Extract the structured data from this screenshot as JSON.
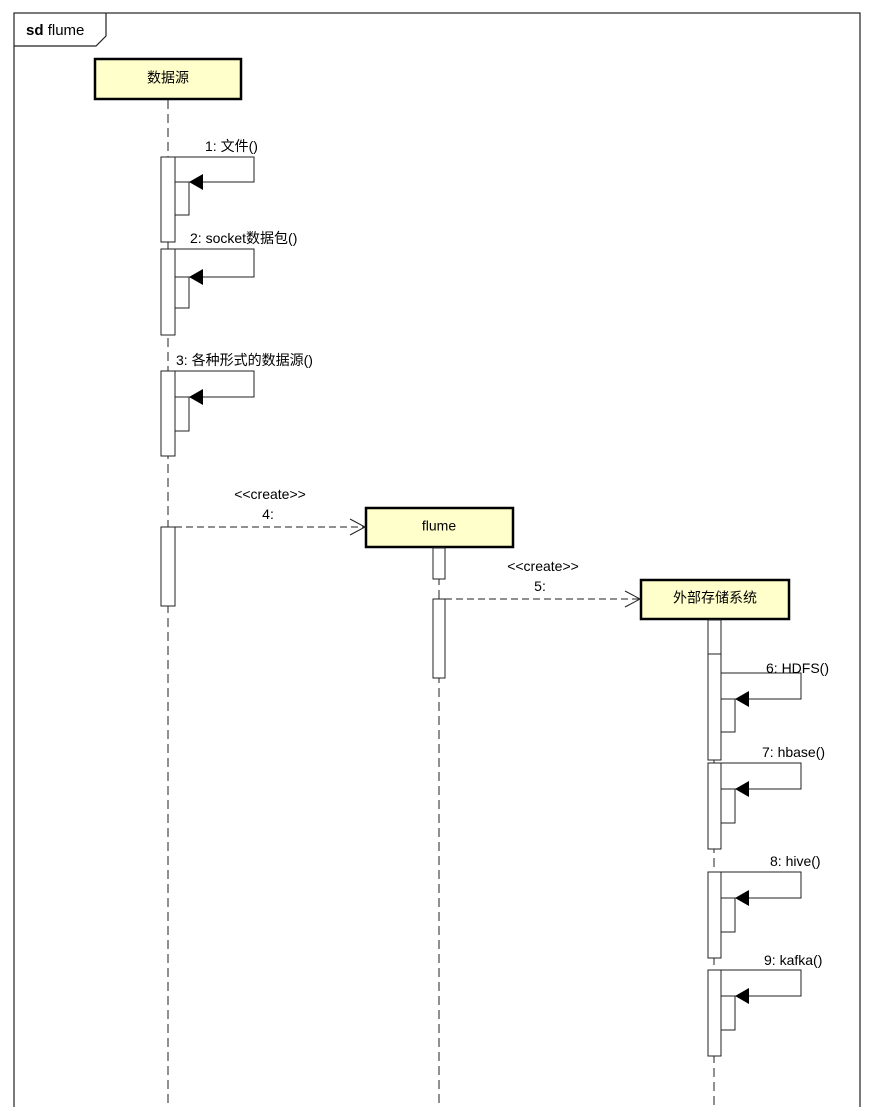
{
  "frame": {
    "keyword": "sd",
    "name": "flume"
  },
  "participants": [
    {
      "id": "source",
      "label": "数据源"
    },
    {
      "id": "flume",
      "label": "flume"
    },
    {
      "id": "storage",
      "label": "外部存储系统"
    }
  ],
  "messages": [
    {
      "seq": "1",
      "text": "1: 文件()"
    },
    {
      "seq": "2",
      "text": "2: socket数据包()"
    },
    {
      "seq": "3",
      "text": "3: 各种形式的数据源()"
    },
    {
      "seq": "4",
      "stereotype": "<<create>>",
      "text": "4:"
    },
    {
      "seq": "5",
      "stereotype": "<<create>>",
      "text": "5:"
    },
    {
      "seq": "6",
      "text": "6: HDFS()"
    },
    {
      "seq": "7",
      "text": "7: hbase()"
    },
    {
      "seq": "8",
      "text": "8: hive()"
    },
    {
      "seq": "9",
      "text": "9: kafka()"
    }
  ]
}
